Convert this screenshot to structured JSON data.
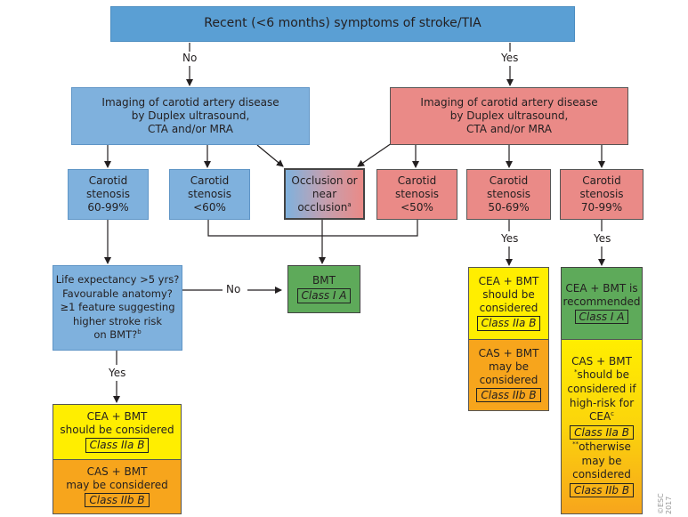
{
  "root": {
    "text": "Recent (<6 months) symptoms of stroke/TIA"
  },
  "branches": {
    "no": "No",
    "yes": "Yes"
  },
  "imaging_left": {
    "lines": [
      "Imaging of carotid artery disease",
      "by Duplex ultrasound,",
      "CTA and/or MRA"
    ]
  },
  "imaging_right": {
    "lines": [
      "Imaging of carotid artery disease",
      "by Duplex ultrasound,",
      "CTA and/or MRA"
    ]
  },
  "stenosis": [
    {
      "lines": [
        "Carotid",
        "stenosis",
        "60-99%"
      ]
    },
    {
      "lines": [
        "Carotid",
        "stenosis",
        "<60%"
      ]
    },
    {
      "lines": [
        "Occlusion or",
        "near",
        "occlusion"
      ],
      "sup": "a"
    },
    {
      "lines": [
        "Carotid",
        "stenosis",
        "<50%"
      ]
    },
    {
      "lines": [
        "Carotid",
        "stenosis",
        "50-69%"
      ]
    },
    {
      "lines": [
        "Carotid",
        "stenosis",
        "70-99%"
      ]
    }
  ],
  "life_expectancy": {
    "lines": [
      "Life expectancy >5 yrs?",
      "Favourable anatomy?",
      "≥1 feature suggesting",
      "higher stroke risk",
      "on BMT?"
    ],
    "sup": "b"
  },
  "edge_labels": {
    "no_to_bmt": "No",
    "yes_left": "Yes",
    "yes_50_69": "Yes",
    "yes_70_99": "Yes"
  },
  "bmt": {
    "title": "BMT",
    "class": "Class I A"
  },
  "left_outcome": {
    "cea": {
      "title": "CEA + BMT",
      "text": "should be considered",
      "class": "Class IIa B"
    },
    "cas": {
      "title": "CAS + BMT",
      "text": "may be considered",
      "class": "Class IIb B"
    }
  },
  "mid_outcome": {
    "cea": {
      "title": "CEA + BMT",
      "lines": [
        "should be",
        "considered"
      ],
      "class": "Class IIa B"
    },
    "cas": {
      "title": "CAS + BMT",
      "lines": [
        "may be",
        "considered"
      ],
      "class": "Class IIb B"
    }
  },
  "right_outcome": {
    "cea": {
      "lines": [
        "CEA + BMT is",
        "recommended"
      ],
      "class": "Class I A"
    },
    "cas": {
      "title": "CAS + BMT",
      "star1": "*",
      "lines1": [
        "should be",
        "considered if",
        "high-risk for",
        "CEA"
      ],
      "sup": "c",
      "class1": "Class IIa B",
      "star2": "**",
      "lines2": [
        "otherwise",
        "may be",
        "considered"
      ],
      "class2": "Class IIb B"
    }
  },
  "watermark": "©ESC 2017",
  "colors": {
    "blue": "#7fb1dd",
    "top_blue": "#5a9fd4",
    "red": "#ea8a87",
    "green": "#5eaa5a",
    "yellow": "#ffee00",
    "orange": "#f7a51c"
  }
}
